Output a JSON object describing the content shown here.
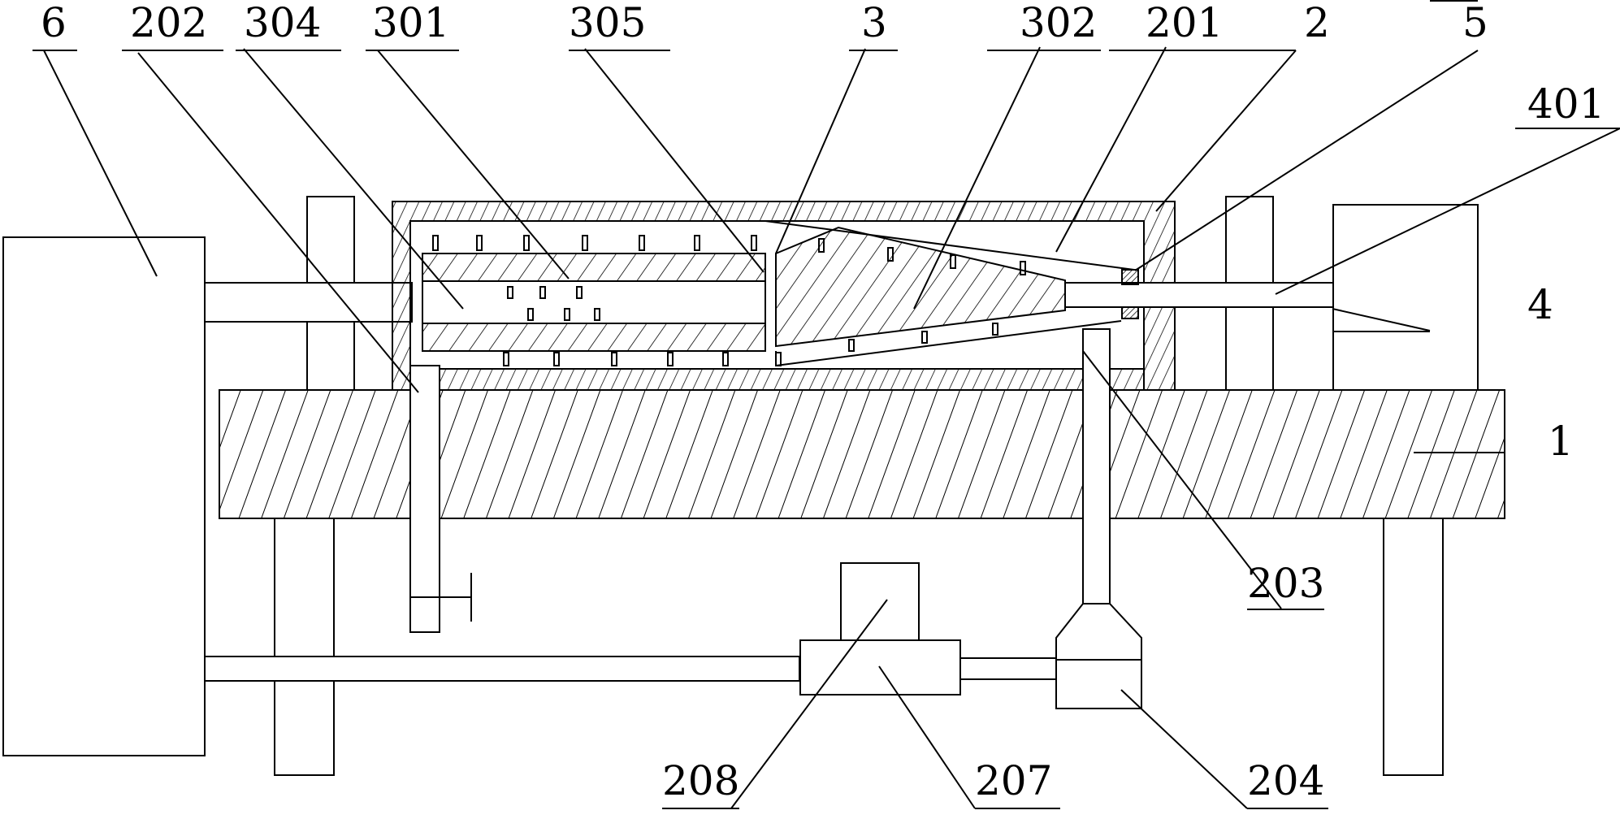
{
  "colors": {
    "line": "#000000",
    "background": "#ffffff"
  },
  "labels": {
    "l6": "6",
    "l202": "202",
    "l304": "304",
    "l301": "301",
    "l305": "305",
    "l3": "3",
    "l302": "302",
    "l201": "201",
    "l2": "2",
    "l5": "5",
    "l401": "401",
    "l4": "4",
    "l1": "1",
    "l203": "203",
    "l208": "208",
    "l207": "207",
    "l204": "204"
  }
}
